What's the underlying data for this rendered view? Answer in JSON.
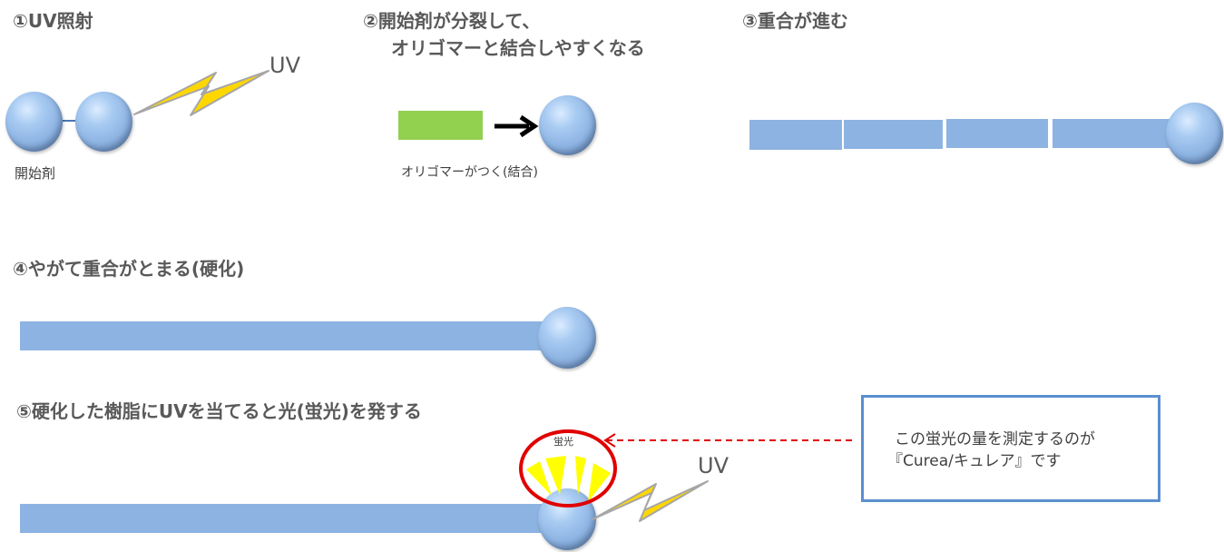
{
  "steps": {
    "step1": {
      "title": "①UV照射",
      "initiator_label": "開始剤",
      "uv_label": "UV"
    },
    "step2": {
      "title_line1": "②開始剤が分裂して、",
      "title_line2": "オリゴマーと結合しやすくなる",
      "caption": "オリゴマーがつく(結合)"
    },
    "step3": {
      "title": "③重合が進む"
    },
    "step4": {
      "title": "④やがて重合がとまる(硬化)"
    },
    "step5": {
      "title": "⑤硬化した樹脂にUVを当てると光(蛍光)を発する",
      "fluorescence_label": "蛍光",
      "uv_label": "UV"
    }
  },
  "callout": {
    "line1": "この蛍光の量を測定するのが",
    "line2": "『Curea/キュレア』です"
  },
  "colors": {
    "sphere": "#8eb4e3",
    "polymer": "#8db3e2",
    "oligomer": "#92d050",
    "bolt": "#ffd700",
    "highlight": "#e00000",
    "callout_border": "#5b8fd0"
  }
}
